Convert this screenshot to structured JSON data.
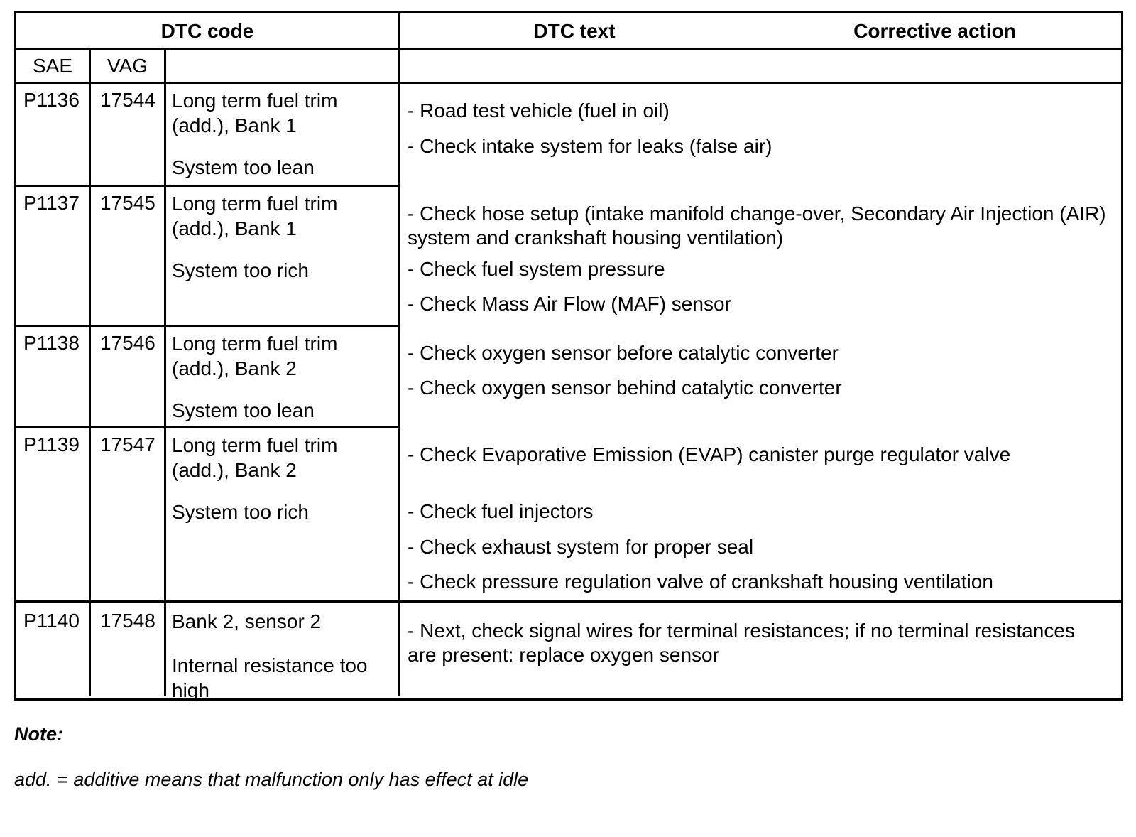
{
  "table": {
    "headers": {
      "dtc_code": "DTC code",
      "dtc_text": "DTC text",
      "corrective_action": "Corrective action",
      "sae": "SAE",
      "vag": "VAG"
    },
    "rows": [
      {
        "sae": "P1136",
        "vag": "17544",
        "text_primary": "Long term fuel trim (add.), Bank 1",
        "text_secondary": "System too lean",
        "actions": [
          "- Road test vehicle (fuel in oil)",
          "- Check intake system for leaks (false air)"
        ]
      },
      {
        "sae": "P1137",
        "vag": "17545",
        "text_primary": "Long term fuel trim (add.), Bank 1",
        "text_secondary": "System too rich",
        "actions": [
          "- Check hose setup (intake manifold change-over, Secondary Air Injection (AIR) system and crankshaft housing ventilation)",
          "- Check fuel system pressure",
          "- Check Mass Air Flow (MAF) sensor"
        ]
      },
      {
        "sae": "P1138",
        "vag": "17546",
        "text_primary": "Long term fuel trim (add.), Bank 2",
        "text_secondary": "System too lean",
        "actions": [
          "- Check oxygen sensor before catalytic converter",
          "- Check oxygen sensor behind catalytic converter"
        ]
      },
      {
        "sae": "P1139",
        "vag": "17547",
        "text_primary": "Long term fuel trim (add.), Bank 2",
        "text_secondary": "System too rich",
        "actions": [
          "- Check Evaporative Emission (EVAP) canister purge regulator valve",
          "- Check fuel injectors",
          "- Check exhaust system for proper seal",
          "- Check pressure regulation valve of crankshaft housing ventilation"
        ]
      },
      {
        "sae": "P1140",
        "vag": "17548",
        "text_primary": "Bank 2, sensor 2",
        "text_secondary": "Internal resistance too high",
        "actions": [
          "- Next, check signal wires for terminal resistances; if no terminal resistances are present: replace oxygen sensor"
        ]
      }
    ]
  },
  "note": {
    "title": "Note:",
    "body": "add. = additive means that malfunction only has effect at idle"
  },
  "colors": {
    "background": "#ffffff",
    "text": "#000000",
    "rule": "#000000"
  }
}
